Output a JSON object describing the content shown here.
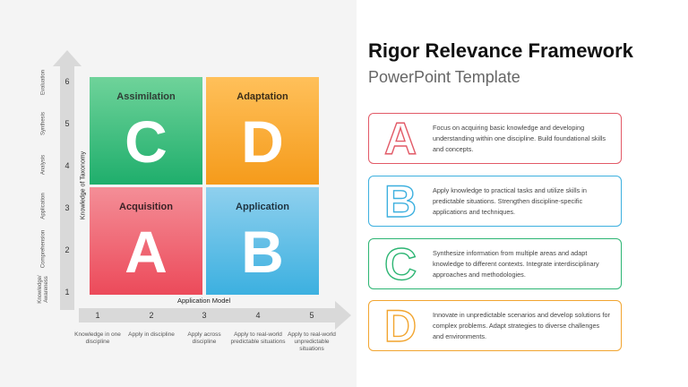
{
  "title": "Rigor Relevance Framework",
  "subtitle": "PowerPoint Template",
  "axes": {
    "y_title": "Knowledge of Taxonomy",
    "x_title": "Application Model",
    "y_ticks": [
      "1",
      "2",
      "3",
      "4",
      "5",
      "6"
    ],
    "y_levels": [
      "Knowledge/ Awareness",
      "Comprehension",
      "Application",
      "Analysis",
      "Synthesis",
      "Evaluation"
    ],
    "x_ticks": [
      "1",
      "2",
      "3",
      "4",
      "5"
    ],
    "x_levels": [
      "Knowledge in one discipline",
      "Apply in discipline",
      "Apply across discipline",
      "Apply to real-world predictable situations",
      "Apply to real-world unpredictable situations"
    ]
  },
  "quadrants": {
    "c": {
      "name": "Assimilation",
      "letter": "C"
    },
    "d": {
      "name": "Adaptation",
      "letter": "D"
    },
    "a": {
      "name": "Acquisition",
      "letter": "A"
    },
    "b": {
      "name": "Application",
      "letter": "B"
    }
  },
  "cards": [
    {
      "letter": "A",
      "text": "Focus on acquiring basic knowledge and developing understanding within one discipline. Build foundational skills and concepts."
    },
    {
      "letter": "B",
      "text": "Apply knowledge to practical tasks and utilize skills in predictable situations. Strengthen discipline-specific applications and techniques."
    },
    {
      "letter": "C",
      "text": "Synthesize information from multiple areas and adapt knowledge to different contexts. Integrate interdisciplinary approaches and methodologies."
    },
    {
      "letter": "D",
      "text": "Innovate in unpredictable scenarios and develop solutions for complex problems. Adapt strategies to diverse challenges and environments."
    }
  ],
  "colors": {
    "acquisition": "#ec4a5a",
    "application": "#3cb0e0",
    "assimilation": "#1fae6c",
    "adaptation": "#f59b1b",
    "axis_arrow": "#d9d9d9"
  }
}
